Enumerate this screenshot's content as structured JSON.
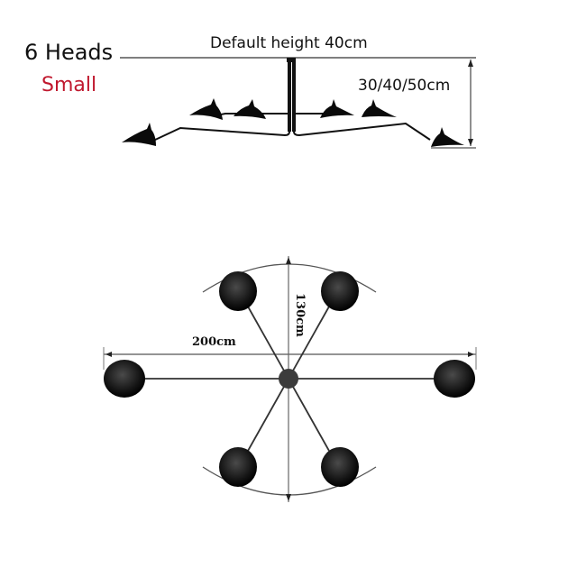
{
  "title": {
    "heads": "6 Heads",
    "size": "Small",
    "size_color": "#c0182e"
  },
  "side_view": {
    "default_height_label": "Default height 40cm",
    "drop_label": "30/40/50cm",
    "heads_count": 6
  },
  "top_view": {
    "span_label": "200cm",
    "depth_label": "130cm",
    "heads_count": 6
  }
}
